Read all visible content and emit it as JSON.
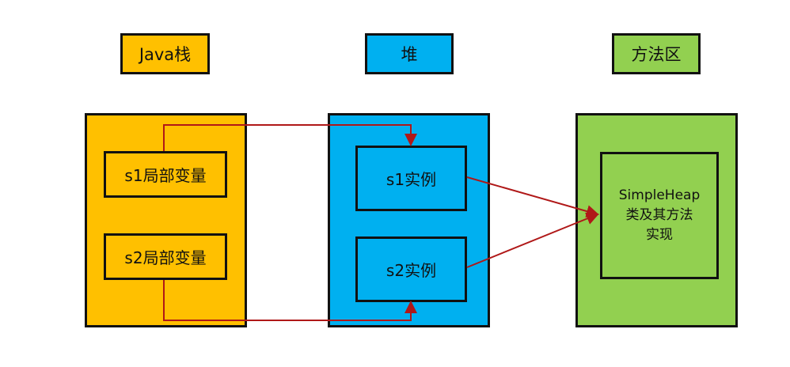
{
  "colors": {
    "stack": "#FFC000",
    "heap": "#00B0F0",
    "method": "#92D050",
    "arrow": "#B01818"
  },
  "headers": {
    "stack": "Java栈",
    "heap": "堆",
    "method": "方法区"
  },
  "stack": {
    "items": [
      "s1局部变量",
      "s2局部变量"
    ]
  },
  "heap": {
    "items": [
      "s1实例",
      "s2实例"
    ]
  },
  "method": {
    "class_line1": "SimpleHeap",
    "class_line2": "类及其方法",
    "class_line3": "实现"
  }
}
